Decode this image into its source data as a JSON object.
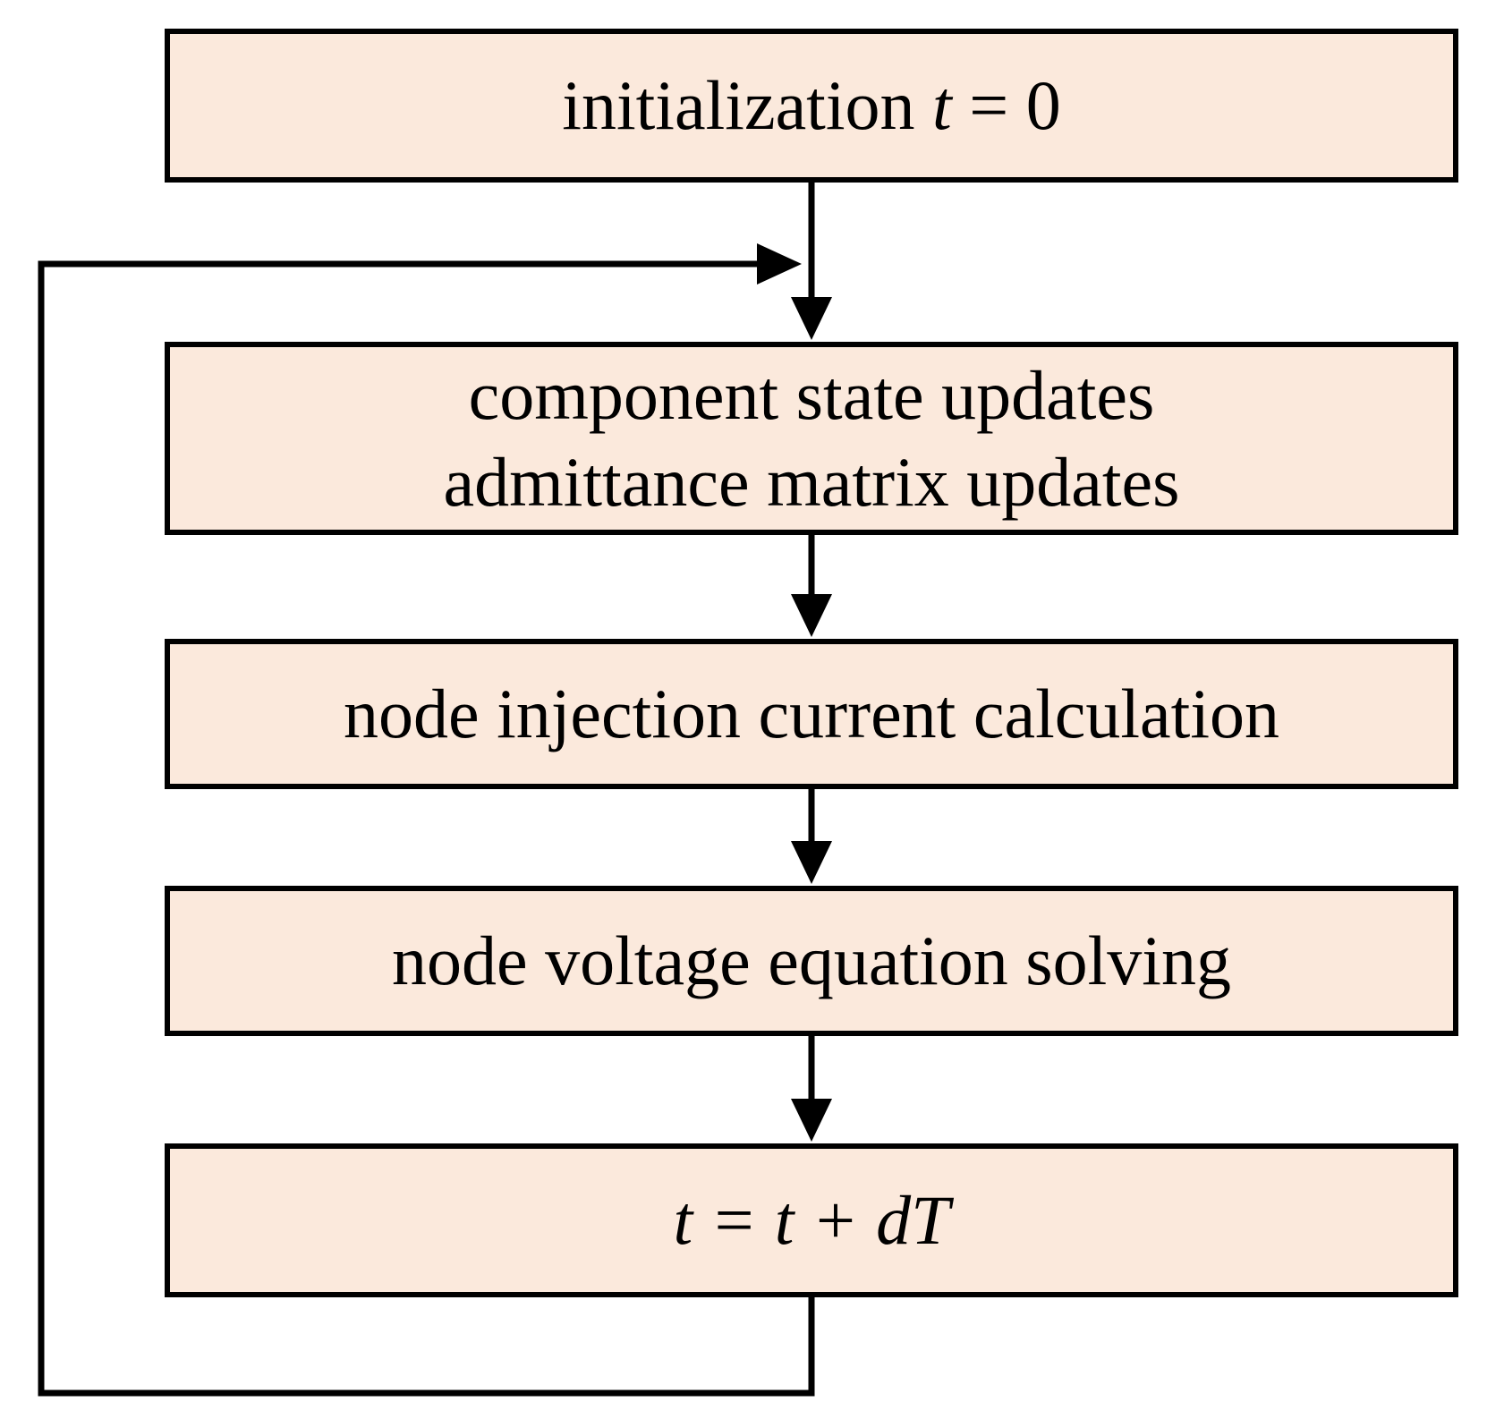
{
  "colors": {
    "box_fill": "#fbe9dc",
    "stroke": "#000000"
  },
  "steps": {
    "init": {
      "text": "initialization ",
      "var": "t",
      "rest": " = 0"
    },
    "update": {
      "line1": "component state updates",
      "line2": "admittance matrix updates"
    },
    "inject": {
      "text": "node injection current calculation"
    },
    "solve": {
      "text": "node voltage equation solving"
    },
    "step": {
      "text": "t = t + dT"
    }
  }
}
